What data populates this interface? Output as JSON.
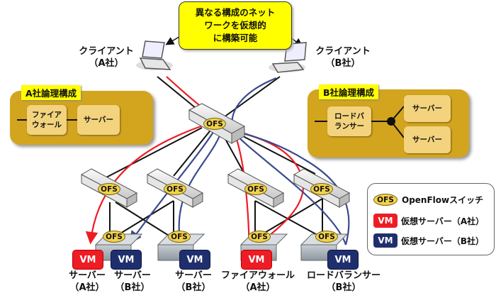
{
  "callout": {
    "text": "異なる構成のネット\nワークを仮想的\nに構築可能"
  },
  "clients": [
    {
      "label": "クライアント\n（A社）"
    },
    {
      "label": "クライアント\n（B社）"
    }
  ],
  "logical_a": {
    "title": "A社論理構成",
    "nodes": [
      "ファイア\nウォール",
      "サーバー"
    ]
  },
  "logical_b": {
    "title": "B社論理構成",
    "nodes": [
      "ロードバ\nランサー",
      "サーバー",
      "サーバー"
    ]
  },
  "switch_label": "OFS",
  "vm_label": "VM",
  "servers": [
    {
      "label": "サーバー\n（A社）",
      "company": "A"
    },
    {
      "label": "サーバー\n（B社）",
      "company": "B"
    },
    {
      "label": "サーバー\n（B社）",
      "company": "B"
    },
    {
      "label": "ファイアウォール\n（A社）",
      "company": "A"
    },
    {
      "label": "ロードバランサー\n（B社）",
      "company": "B"
    }
  ],
  "legend": {
    "items": [
      {
        "badge": "OFS",
        "label": "OpenFlowスイッチ"
      },
      {
        "badge": "VM",
        "label": "仮想サーバー（A社）"
      },
      {
        "badge": "VM",
        "label": "仮想サーバー（B社）"
      }
    ]
  },
  "colors": {
    "company_a": "#ee1c24",
    "company_b": "#1f2f6e",
    "logical_box": "#d3a51f",
    "highlight": "#ffff00"
  }
}
